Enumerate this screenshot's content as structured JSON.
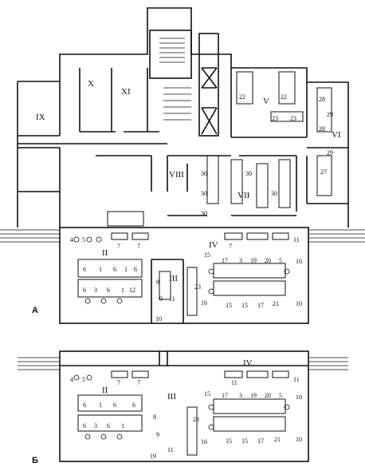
{
  "plan_labels": {
    "a": "А",
    "b": "Б"
  },
  "rooms_upper": {
    "r9": "IX",
    "r10": "X",
    "r11": "XI",
    "r5": "V",
    "r6": "VI",
    "r8": "VIII",
    "r7": "VII",
    "r2": "II",
    "r3": "III",
    "r4": "IV"
  },
  "rooms_lower": {
    "r2": "II",
    "r3": "III",
    "r4": "IV"
  },
  "nums_upper": {
    "n22a": "22",
    "n22b": "22",
    "n23a": "23",
    "n23b": "23",
    "n28a": "28",
    "n28b": "28",
    "n29a": "29",
    "n29b": "29",
    "n27": "27",
    "n30a": "30",
    "n30b": "30",
    "n30c": "30",
    "n30d": "30",
    "n30e": "30",
    "n4": "4",
    "n5a": "5",
    "n7a": "7",
    "n7b": "7",
    "n7c": "7",
    "n11a": "11",
    "n6a": "6",
    "n1a": "1",
    "n6b": "6",
    "n1b": "1",
    "n6c": "6",
    "n6d": "6",
    "n3": "3",
    "n6e": "6",
    "n1c": "1",
    "n12": "12",
    "n8": "8",
    "n9": "9",
    "n11b": "11",
    "n10a": "10",
    "n23c": "23",
    "n16": "16",
    "n15a": "15",
    "n17a": "17",
    "n3b": "3",
    "n19": "19",
    "n20": "20",
    "n5b": "5",
    "n15b": "15",
    "n15c": "15",
    "n17b": "17",
    "n21": "21",
    "n10b": "10",
    "n10c": "10"
  },
  "nums_lower": {
    "n4": "4",
    "n5": "5",
    "n7a": "7",
    "n7b": "7",
    "n11a": "11",
    "n11b": "11",
    "n6a": "6",
    "n1a": "1",
    "n6b": "6",
    "n6c": "6",
    "n6d": "6",
    "n3": "3",
    "n6e": "6",
    "n1b": "1",
    "n8": "8",
    "n9": "9",
    "n11c": "11",
    "n19b": "19",
    "n23": "23",
    "n16": "16",
    "n15a": "15",
    "n17a": "17",
    "n3b": "3",
    "n19": "19",
    "n20": "20",
    "n5b": "5",
    "n15b": "15",
    "n15c": "15",
    "n17b": "17",
    "n21": "21",
    "n10a": "10",
    "n10b": "10"
  }
}
